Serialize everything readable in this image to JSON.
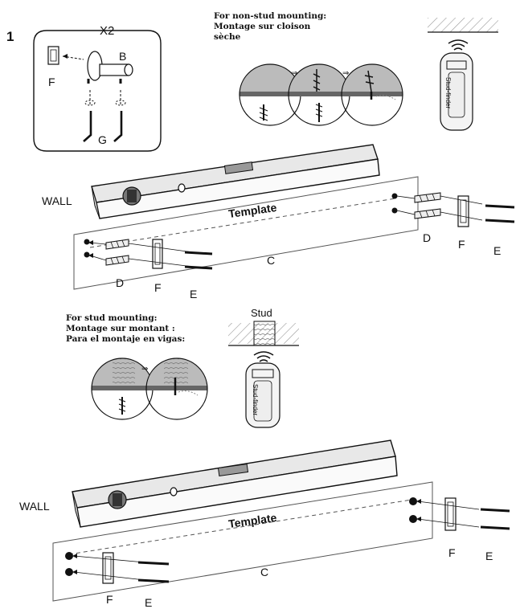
{
  "step": {
    "number": "1"
  },
  "detail": {
    "quantity": "X2",
    "label_f": "F",
    "label_b": "B",
    "label_g": "G"
  },
  "non_stud": {
    "caption": "For non-stud mounting: Montage sur cloison sèche",
    "finder_text": "Stud-finder"
  },
  "stud": {
    "caption": "For stud mounting: Montage sur montant : Para el montaje en vigas:",
    "stud_label": "Stud",
    "finder_text": "Stud-finder"
  },
  "top_install": {
    "wall": "WALL",
    "template": "Template",
    "c": "C",
    "d_left": "D",
    "f_left": "F",
    "e_left": "E",
    "d_right": "D",
    "f_right": "F",
    "e_right": "E"
  },
  "bottom_install": {
    "wall": "WALL",
    "template": "Template",
    "c": "C",
    "f_left": "F",
    "e_left": "E",
    "f_right": "F",
    "e_right": "E"
  }
}
